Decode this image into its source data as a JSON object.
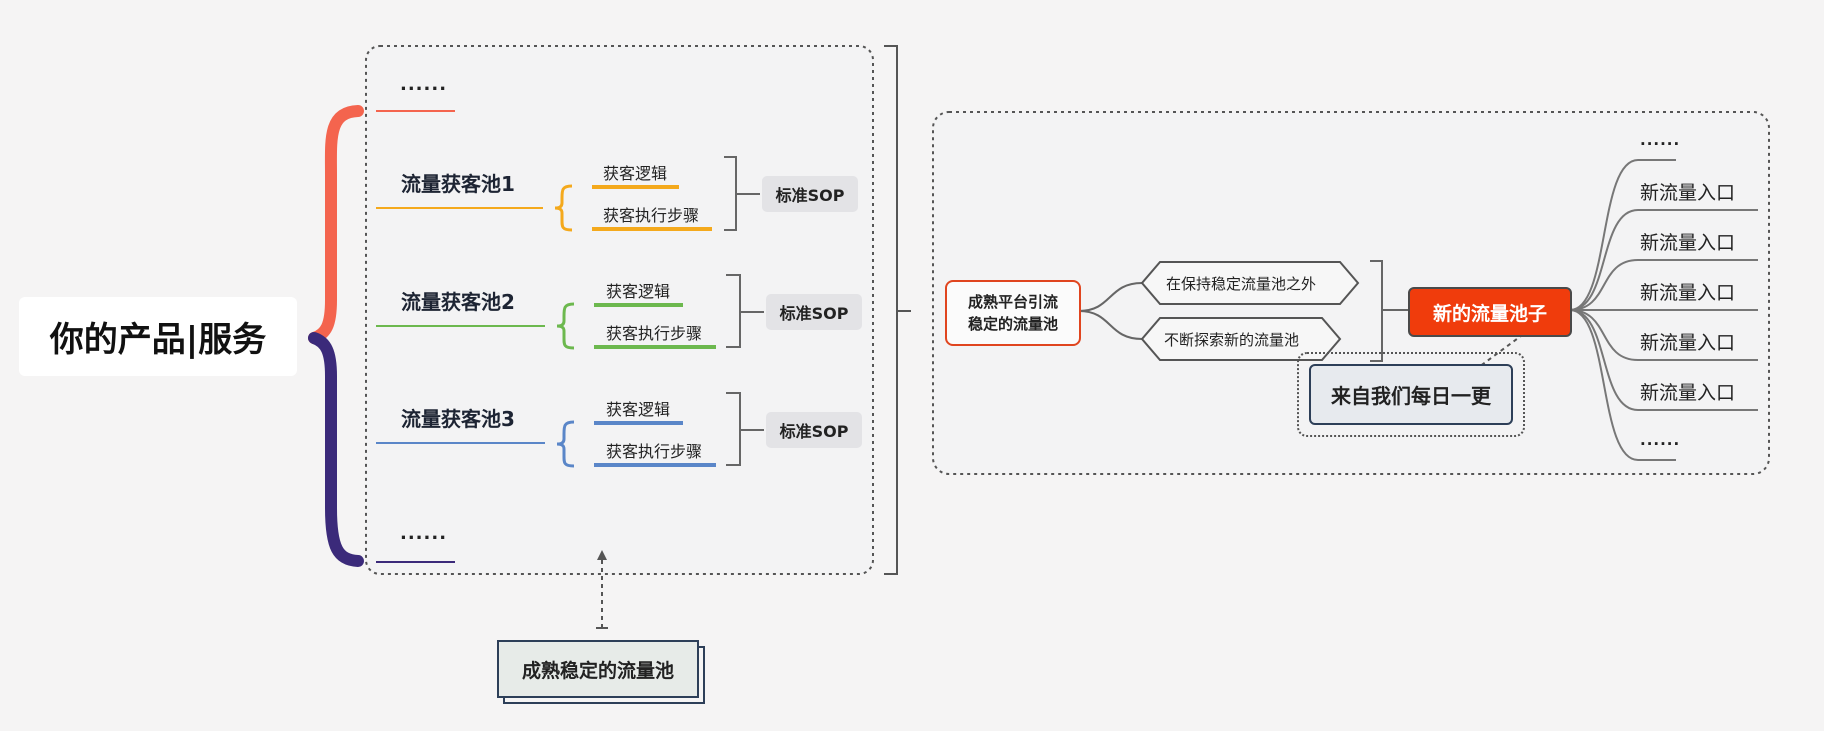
{
  "root": {
    "label": "你的产品|服务"
  },
  "pools": [
    {
      "title": "流量获客池1",
      "logic": "获客逻辑",
      "steps": "获客执行步骤",
      "sop": "标准SOP",
      "color": "#f4a91c"
    },
    {
      "title": "流量获客池2",
      "logic": "获客逻辑",
      "steps": "获客执行步骤",
      "sop": "标准SOP",
      "color": "#6cb84e"
    },
    {
      "title": "流量获客池3",
      "logic": "获客逻辑",
      "steps": "获客执行步骤",
      "sop": "标准SOP",
      "color": "#5a86c8"
    }
  ],
  "ellipsis": "......",
  "stable_pool": "成熟稳定的流量池",
  "mature": {
    "line1": "成熟平台引流",
    "line2": "稳定的流量池"
  },
  "hex": {
    "keep": "在保持稳定流量池之外",
    "explore": "不断探索新的流量池"
  },
  "new_pool": "新的流量池子",
  "daily": "来自我们每日一更",
  "entries": [
    "新流量入口",
    "新流量入口",
    "新流量入口",
    "新流量入口",
    "新流量入口"
  ],
  "colors": {
    "brace_top": "#f4644e",
    "brace_bottom": "#3b2a7a",
    "accent": "#f03c0c"
  }
}
